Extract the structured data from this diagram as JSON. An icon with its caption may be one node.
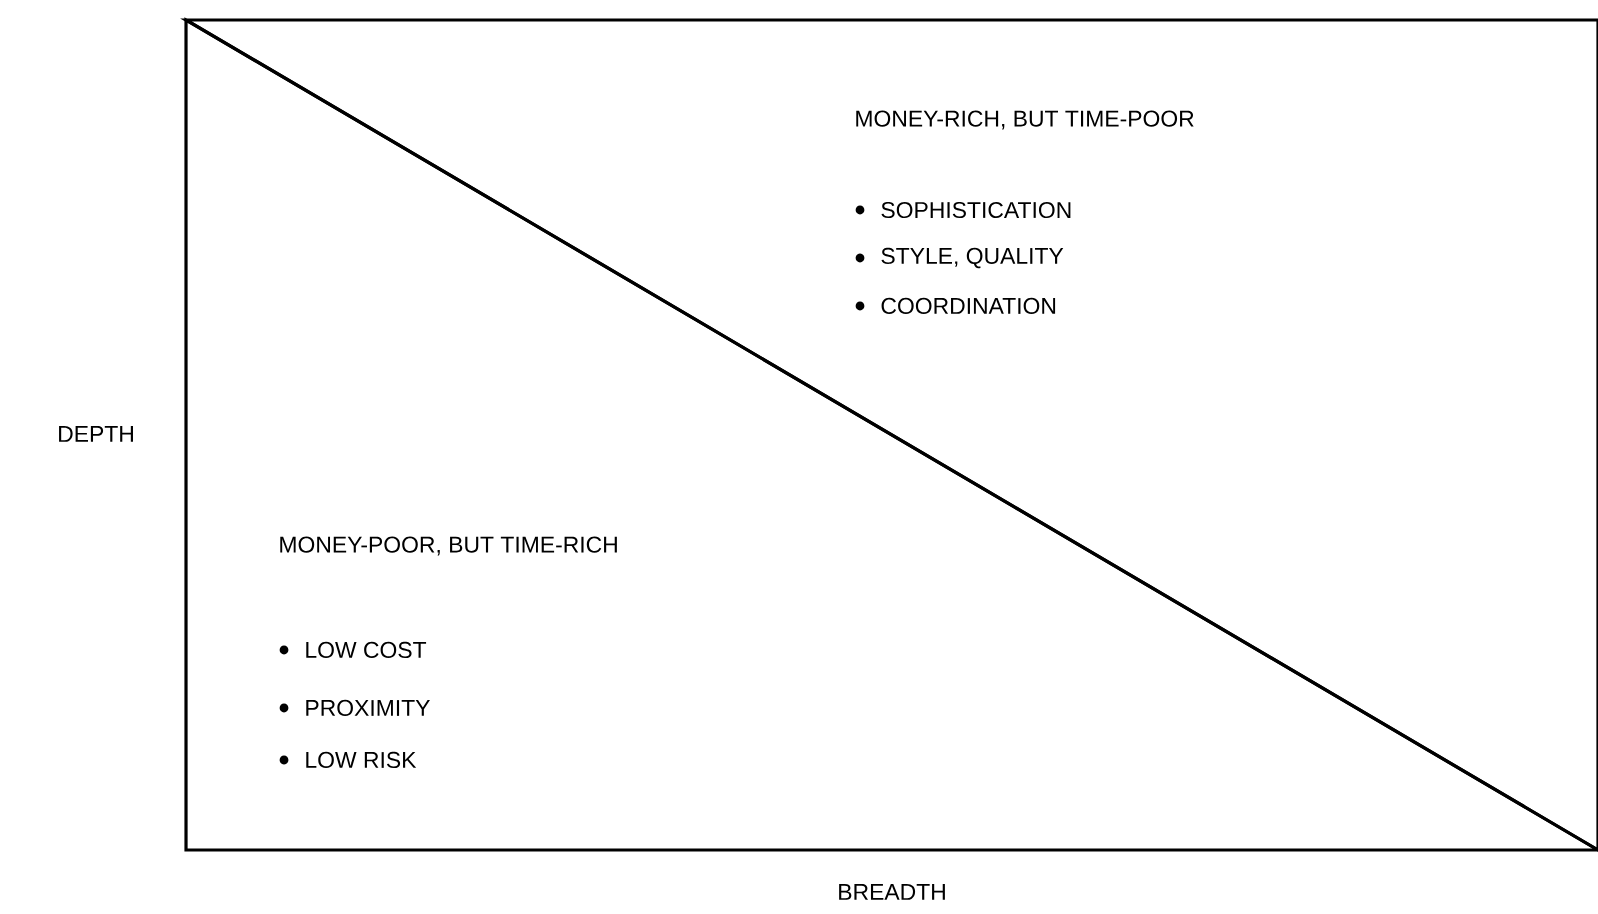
{
  "diagram": {
    "nodes": [
      {
        "text": [
          "MONEY-RICH, BUT TIME-POOR",
          "SOPHISTICATION",
          "STYLE, QUALITY",
          "COORDINATION"
        ]
      },
      {
        "text": [
          "MONEY-POOR, BUT TIME-RICH",
          "LOW COST",
          "PROXIMITY",
          "LOW RISK"
        ]
      }
    ],
    "labels": [
      "DEPTH",
      "BREADTH"
    ]
  }
}
